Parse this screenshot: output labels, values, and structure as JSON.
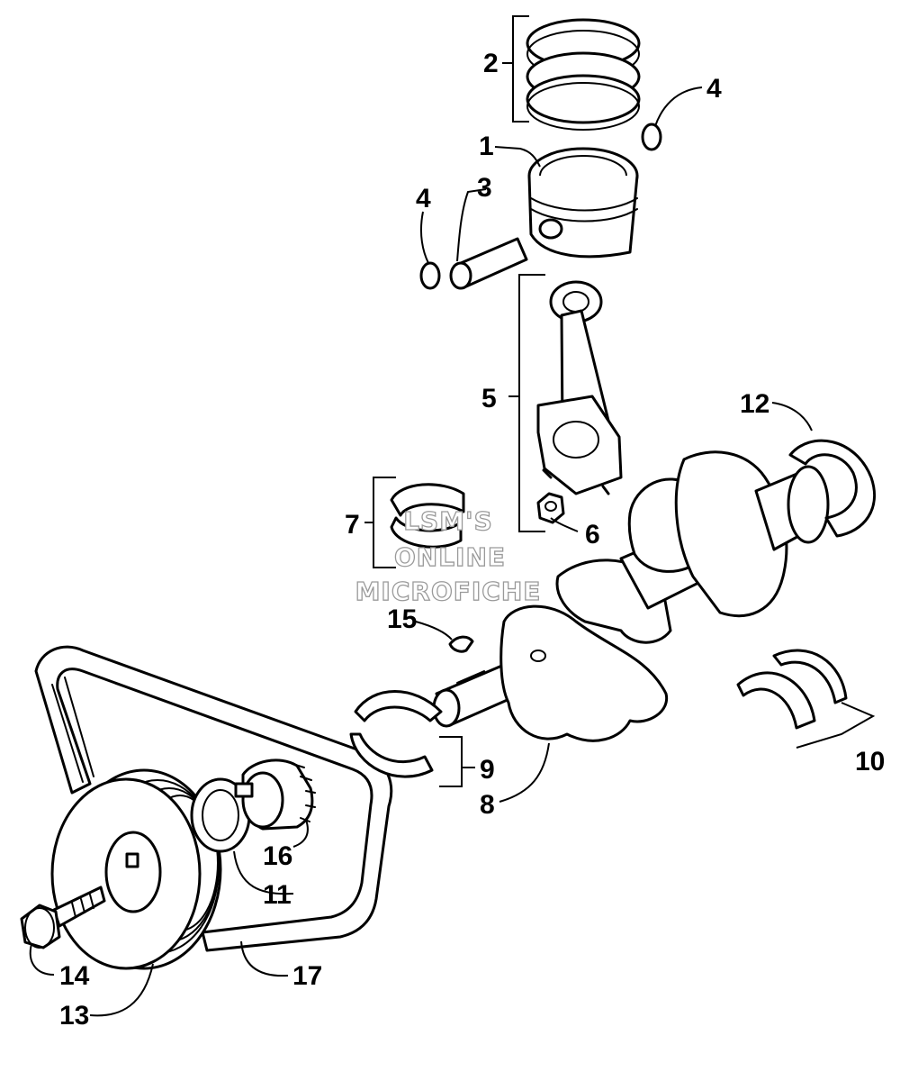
{
  "callouts": {
    "c1": "1",
    "c2": "2",
    "c3": "3",
    "c4a": "4",
    "c4b": "4",
    "c5": "5",
    "c6": "6",
    "c7": "7",
    "c8": "8",
    "c9": "9",
    "c10": "10",
    "c11": "11",
    "c12": "12",
    "c13": "13",
    "c14": "14",
    "c15": "15",
    "c16": "16",
    "c17": "17"
  },
  "watermark": {
    "line1": "LSM'S",
    "line2": "ONLINE",
    "line3": "MICROFICHE"
  }
}
